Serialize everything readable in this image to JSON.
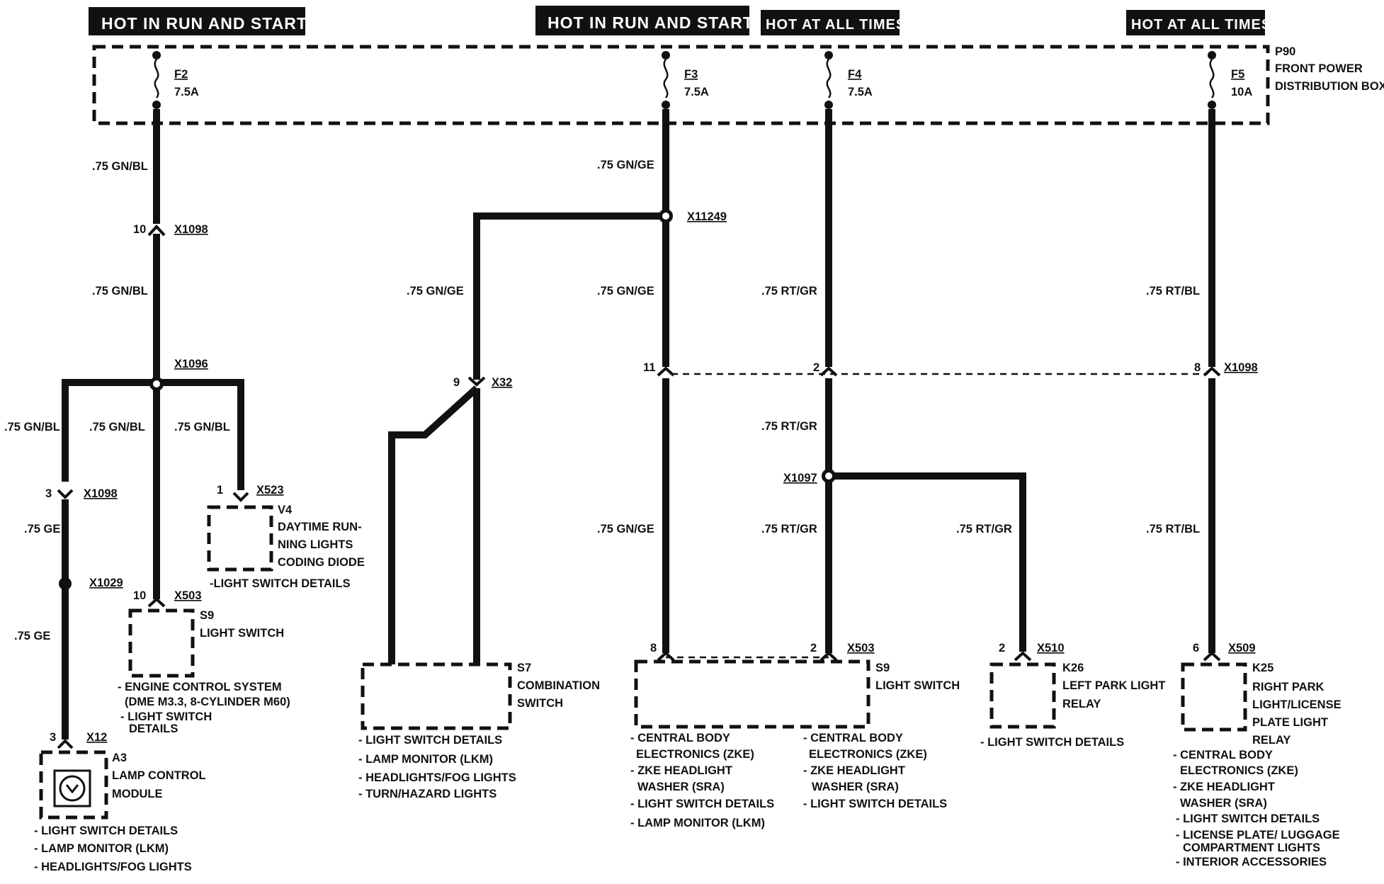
{
  "headers": {
    "h1": "HOT IN RUN AND START",
    "h2": "HOT IN RUN AND START",
    "h3": "HOT AT ALL TIMES",
    "h4": "HOT AT ALL TIMES"
  },
  "distribution_box": {
    "ref": "P90",
    "name_line1": "FRONT POWER",
    "name_line2": "DISTRIBUTION BOX"
  },
  "fuses": {
    "f2": {
      "name": "F2",
      "rating": "7.5A"
    },
    "f3": {
      "name": "F3",
      "rating": "7.5A"
    },
    "f4": {
      "name": "F4",
      "rating": "7.5A"
    },
    "f5": {
      "name": "F5",
      "rating": "10A"
    }
  },
  "wires": {
    "w1": ".75 GN/BL",
    "w2": ".75 GN/BL",
    "w3": ".75 GN/BL",
    "w4": ".75 GN/BL",
    "w5": ".75 GN/BL",
    "w6": ".75 GE",
    "w7": ".75 GE",
    "w8": ".75 GN/GE",
    "w9": ".75 GN/GE",
    "w10": ".75 GN/GE",
    "w11": ".75 GN/GE",
    "w12": ".75 RT/GR",
    "w13": ".75 RT/GR",
    "w14": ".75 RT/GR",
    "w15": ".75 RT/GR",
    "w16": ".75 RT/BL",
    "w17": ".75 RT/BL"
  },
  "connectors": {
    "x1098_top": {
      "ref": "X1098",
      "pin": "10"
    },
    "x1096": {
      "ref": "X1096"
    },
    "x1098_left": {
      "ref": "X1098",
      "pin": "3"
    },
    "x523": {
      "ref": "X523",
      "pin": "1"
    },
    "x1029": {
      "ref": "X1029"
    },
    "x503_left": {
      "ref": "X503",
      "pin": "10"
    },
    "x12": {
      "ref": "X12",
      "pin": "3"
    },
    "x11249": {
      "ref": "X11249"
    },
    "x32": {
      "ref": "X32",
      "pin": "9"
    },
    "x1098_mid_pin_a": "11",
    "x1098_mid_pin_b": "2",
    "x1098_mid_pin_c": "8",
    "x1098_mid": {
      "ref": "X1098"
    },
    "x1097": {
      "ref": "X1097"
    },
    "x503_right": {
      "ref": "X503",
      "pin_a": "8",
      "pin_b": "2"
    },
    "x510": {
      "ref": "X510",
      "pin": "2"
    },
    "x509": {
      "ref": "X509",
      "pin": "6"
    }
  },
  "components": {
    "v4": {
      "ref": "V4",
      "line1": "DAYTIME RUN-",
      "line2": "NING LIGHTS",
      "line3": "CODING DIODE",
      "note": "-LIGHT SWITCH DETAILS"
    },
    "s9_left": {
      "ref": "S9",
      "name": "LIGHT SWITCH",
      "note1": "- ENGINE CONTROL SYSTEM",
      "note2": "(DME M3.3, 8-CYLINDER M60)",
      "note3": "- LIGHT SWITCH",
      "note4": "DETAILS"
    },
    "a3": {
      "ref": "A3",
      "line1": "LAMP CONTROL",
      "line2": "MODULE",
      "note1": "- LIGHT SWITCH DETAILS",
      "note2": "- LAMP MONITOR (LKM)",
      "note3": "- HEADLIGHTS/FOG LIGHTS"
    },
    "s7": {
      "ref": "S7",
      "line1": "COMBINATION",
      "line2": "SWITCH",
      "note1": "- LIGHT SWITCH DETAILS",
      "note2": "- LAMP MONITOR (LKM)",
      "note3": "- HEADLIGHTS/FOG LIGHTS",
      "note4": "- TURN/HAZARD LIGHTS"
    },
    "s9_right": {
      "ref": "S9",
      "name": "LIGHT SWITCH",
      "notes_a": [
        "- CENTRAL BODY",
        "ELECTRONICS (ZKE)",
        "- ZKE HEADLIGHT",
        "WASHER (SRA)",
        "- LIGHT SWITCH DETAILS",
        "- LAMP MONITOR (LKM)"
      ],
      "notes_b": [
        "- CENTRAL BODY",
        "ELECTRONICS (ZKE)",
        "- ZKE HEADLIGHT",
        "WASHER (SRA)",
        "- LIGHT SWITCH DETAILS"
      ]
    },
    "k26": {
      "ref": "K26",
      "line1": "LEFT PARK LIGHT",
      "line2": "RELAY",
      "note": "- LIGHT SWITCH DETAILS"
    },
    "k25": {
      "ref": "K25",
      "line1": "RIGHT PARK",
      "line2": "LIGHT/LICENSE",
      "line3": "PLATE LIGHT",
      "line4": "RELAY",
      "notes": [
        "- CENTRAL BODY",
        "ELECTRONICS (ZKE)",
        "- ZKE HEADLIGHT",
        "WASHER (SRA)",
        "- LIGHT SWITCH DETAILS",
        "- LICENSE PLATE/ LUGGAGE",
        "COMPARTMENT LIGHTS",
        "- INTERIOR ACCESSORIES"
      ]
    }
  }
}
